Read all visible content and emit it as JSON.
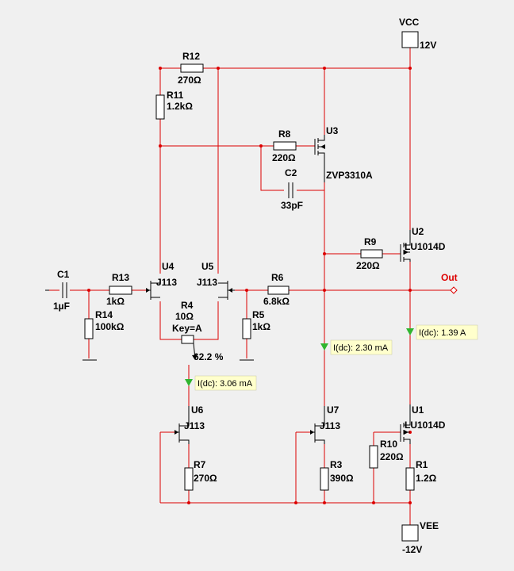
{
  "rails": {
    "vcc": {
      "name": "VCC",
      "value": "12V"
    },
    "vee": {
      "name": "VEE",
      "value": "-12V"
    }
  },
  "components": {
    "c1": {
      "ref": "C1",
      "value": "1µF"
    },
    "c2": {
      "ref": "C2",
      "value": "33pF"
    },
    "r1": {
      "ref": "R1",
      "value": "1.2Ω"
    },
    "r3": {
      "ref": "R3",
      "value": "390Ω"
    },
    "r4": {
      "ref": "R4",
      "value": "10Ω",
      "key": "Key=A",
      "setting": "62.2 %"
    },
    "r5": {
      "ref": "R5",
      "value": "1kΩ"
    },
    "r6": {
      "ref": "R6",
      "value": "6.8kΩ"
    },
    "r7": {
      "ref": "R7",
      "value": "270Ω"
    },
    "r8": {
      "ref": "R8",
      "value": "220Ω"
    },
    "r9": {
      "ref": "R9",
      "value": "220Ω"
    },
    "r10": {
      "ref": "R10",
      "value": "220Ω"
    },
    "r11": {
      "ref": "R11",
      "value": "1.2kΩ"
    },
    "r12": {
      "ref": "R12",
      "value": "270Ω"
    },
    "r13": {
      "ref": "R13",
      "value": "1kΩ"
    },
    "r14": {
      "ref": "R14",
      "value": "100kΩ"
    },
    "u1": {
      "ref": "U1",
      "value": "LU1014D"
    },
    "u2": {
      "ref": "U2",
      "value": "LU1014D"
    },
    "u3": {
      "ref": "U3",
      "value": "ZVP3310A"
    },
    "u4": {
      "ref": "U4",
      "value": "J113"
    },
    "u5": {
      "ref": "U5",
      "value": "J113"
    },
    "u6": {
      "ref": "U6",
      "value": "J113"
    },
    "u7": {
      "ref": "U7",
      "value": "J113"
    }
  },
  "output": {
    "label": "Out"
  },
  "probes": {
    "p1": "I(dc): 3.06 mA",
    "p2": "I(dc): 2.30 mA",
    "p3": "I(dc): 1.39 A"
  },
  "colors": {
    "background": "#f0f0f0",
    "wire": "#dd0000",
    "probe_fill": "#ffffcc",
    "probe_arrow": "#2fb52f"
  }
}
